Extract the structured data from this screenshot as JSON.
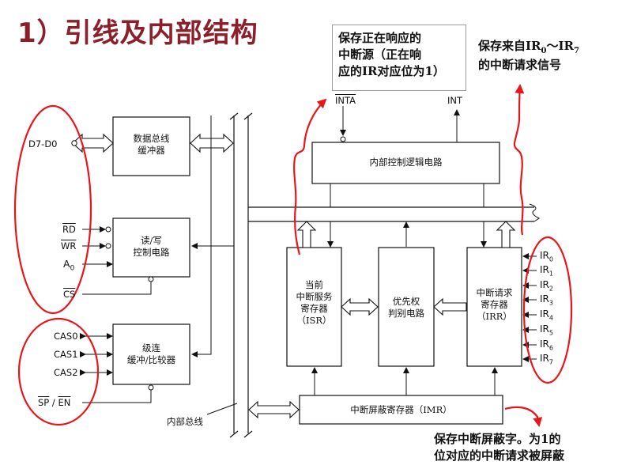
{
  "title": "1）引线及内部结构",
  "callouts": {
    "inta_note": "保存正在响应的\n中断源（正在响\n应的IR对应位为1）",
    "ir_note_line1": "保存来自IR",
    "ir_note_sub0": "0",
    "ir_note_tilde": "～IR",
    "ir_note_sub7": "7",
    "ir_note_line2": "的中断请求信号",
    "imr_note": "保存中断屏蔽字。为1的\n位对应的中断请求被屏蔽"
  },
  "blocks": {
    "data_buffer": "数据总线\n缓冲器",
    "rw_control": "读/写\n控制电路",
    "cascade": "级连\n缓冲/比较器",
    "control_logic": "内部控制逻辑电路",
    "isr": "当前\n中断服务\n寄存器\n（ISR）",
    "priority": "优先权\n判别电路",
    "irr": "中断请求\n寄存器\n（IRR）",
    "imr": "中断屏蔽寄存器（IMR）"
  },
  "signals": {
    "d7_d0": "D7-D0",
    "rd": "RD",
    "wr": "WR",
    "a0_main": "A",
    "a0_sub": "0",
    "cs": "CS",
    "cas0": "CAS0",
    "cas1": "CAS1",
    "cas2": "CAS2",
    "sp": "SP",
    "sp_sep": " / ",
    "en": "EN",
    "inta": "INTA",
    "int": "INT",
    "internal_bus": "内部总线"
  },
  "ir_lines": [
    "0",
    "1",
    "2",
    "3",
    "4",
    "5",
    "6",
    "7"
  ],
  "ir_prefix": "IR",
  "colors": {
    "title": "#8b1f2a",
    "annotation_red": "#e8151b",
    "line": "#111111"
  }
}
